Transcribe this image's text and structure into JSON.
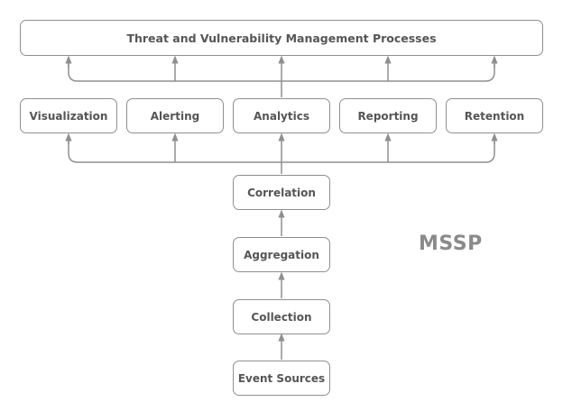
{
  "diagram": {
    "top_box": "Threat and Vulnerability Management Processes",
    "middle_boxes": [
      "Visualization",
      "Alerting",
      "Analytics",
      "Reporting",
      "Retention"
    ],
    "pipeline": [
      "Correlation",
      "Aggregation",
      "Collection",
      "Event Sources"
    ],
    "side_label": "MSSP",
    "colors": {
      "line": "#8f8f8f",
      "text": "#555555",
      "label": "#8a8a8a"
    }
  }
}
